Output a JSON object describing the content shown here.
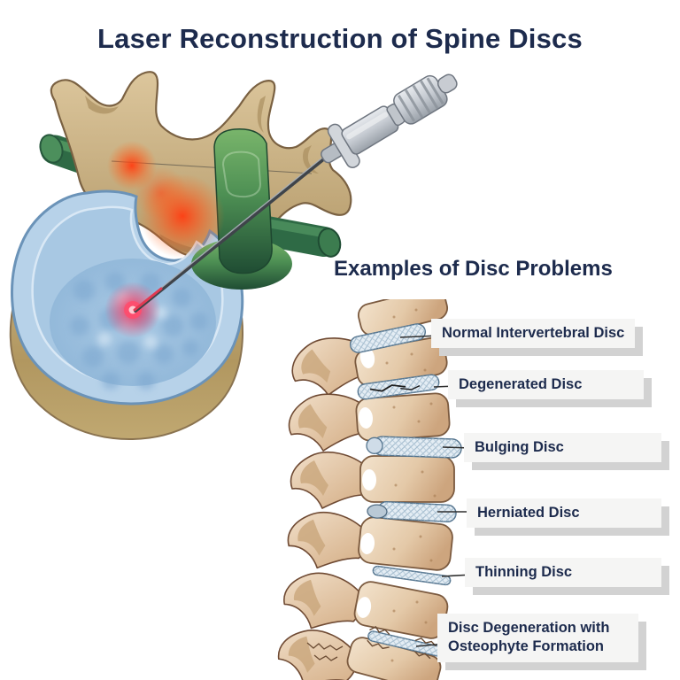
{
  "page": {
    "title": "Laser Reconstruction of Spine Discs"
  },
  "sections": {
    "disc_problems": {
      "heading": "Examples of Disc Problems"
    }
  },
  "disc_problem_labels": [
    "Normal Intervertebral Disc",
    "Degenerated Disc",
    "Bulging Disc",
    "Herniated Disc",
    "Thinning Disc",
    "Disc Degeneration with Osteophyte Formation"
  ],
  "illustrations": {
    "laser_procedure": {
      "name": "laser-needle-inserted-into-spinal-disc",
      "parts": [
        "vertebra-bone",
        "spinal-nerve-root-left",
        "spinal-nerve-root-right",
        "spinal-cord",
        "intervertebral-disc-top-view",
        "inflammation-glow",
        "laser-needle",
        "syringe-device",
        "laser-point"
      ]
    },
    "spine_lateral": {
      "name": "lumbar-spine-side-view",
      "disc_count": 6
    }
  },
  "colors": {
    "heading_text": "#1d2b4d",
    "label_bg": "#f5f5f4",
    "label_shadow": "#d2d2d2",
    "leader_line": "#2f2f2f",
    "bone_fill": "#cdb488",
    "bone_outline": "#7a6142",
    "spine_bone": "#ecd9c2",
    "spine_bone_outline": "#6f4a33",
    "disc_fill": "#e4edf4",
    "disc_outline": "#54748e",
    "disc_ring_blue": "#b7d2e9",
    "nerve_green": "#2e6a45",
    "glow_orange": "#ff3d12",
    "laser_red": "#e23a52",
    "syringe_gray": "#cdd2d8",
    "vertebra_base_tan": "#b89f6f"
  }
}
